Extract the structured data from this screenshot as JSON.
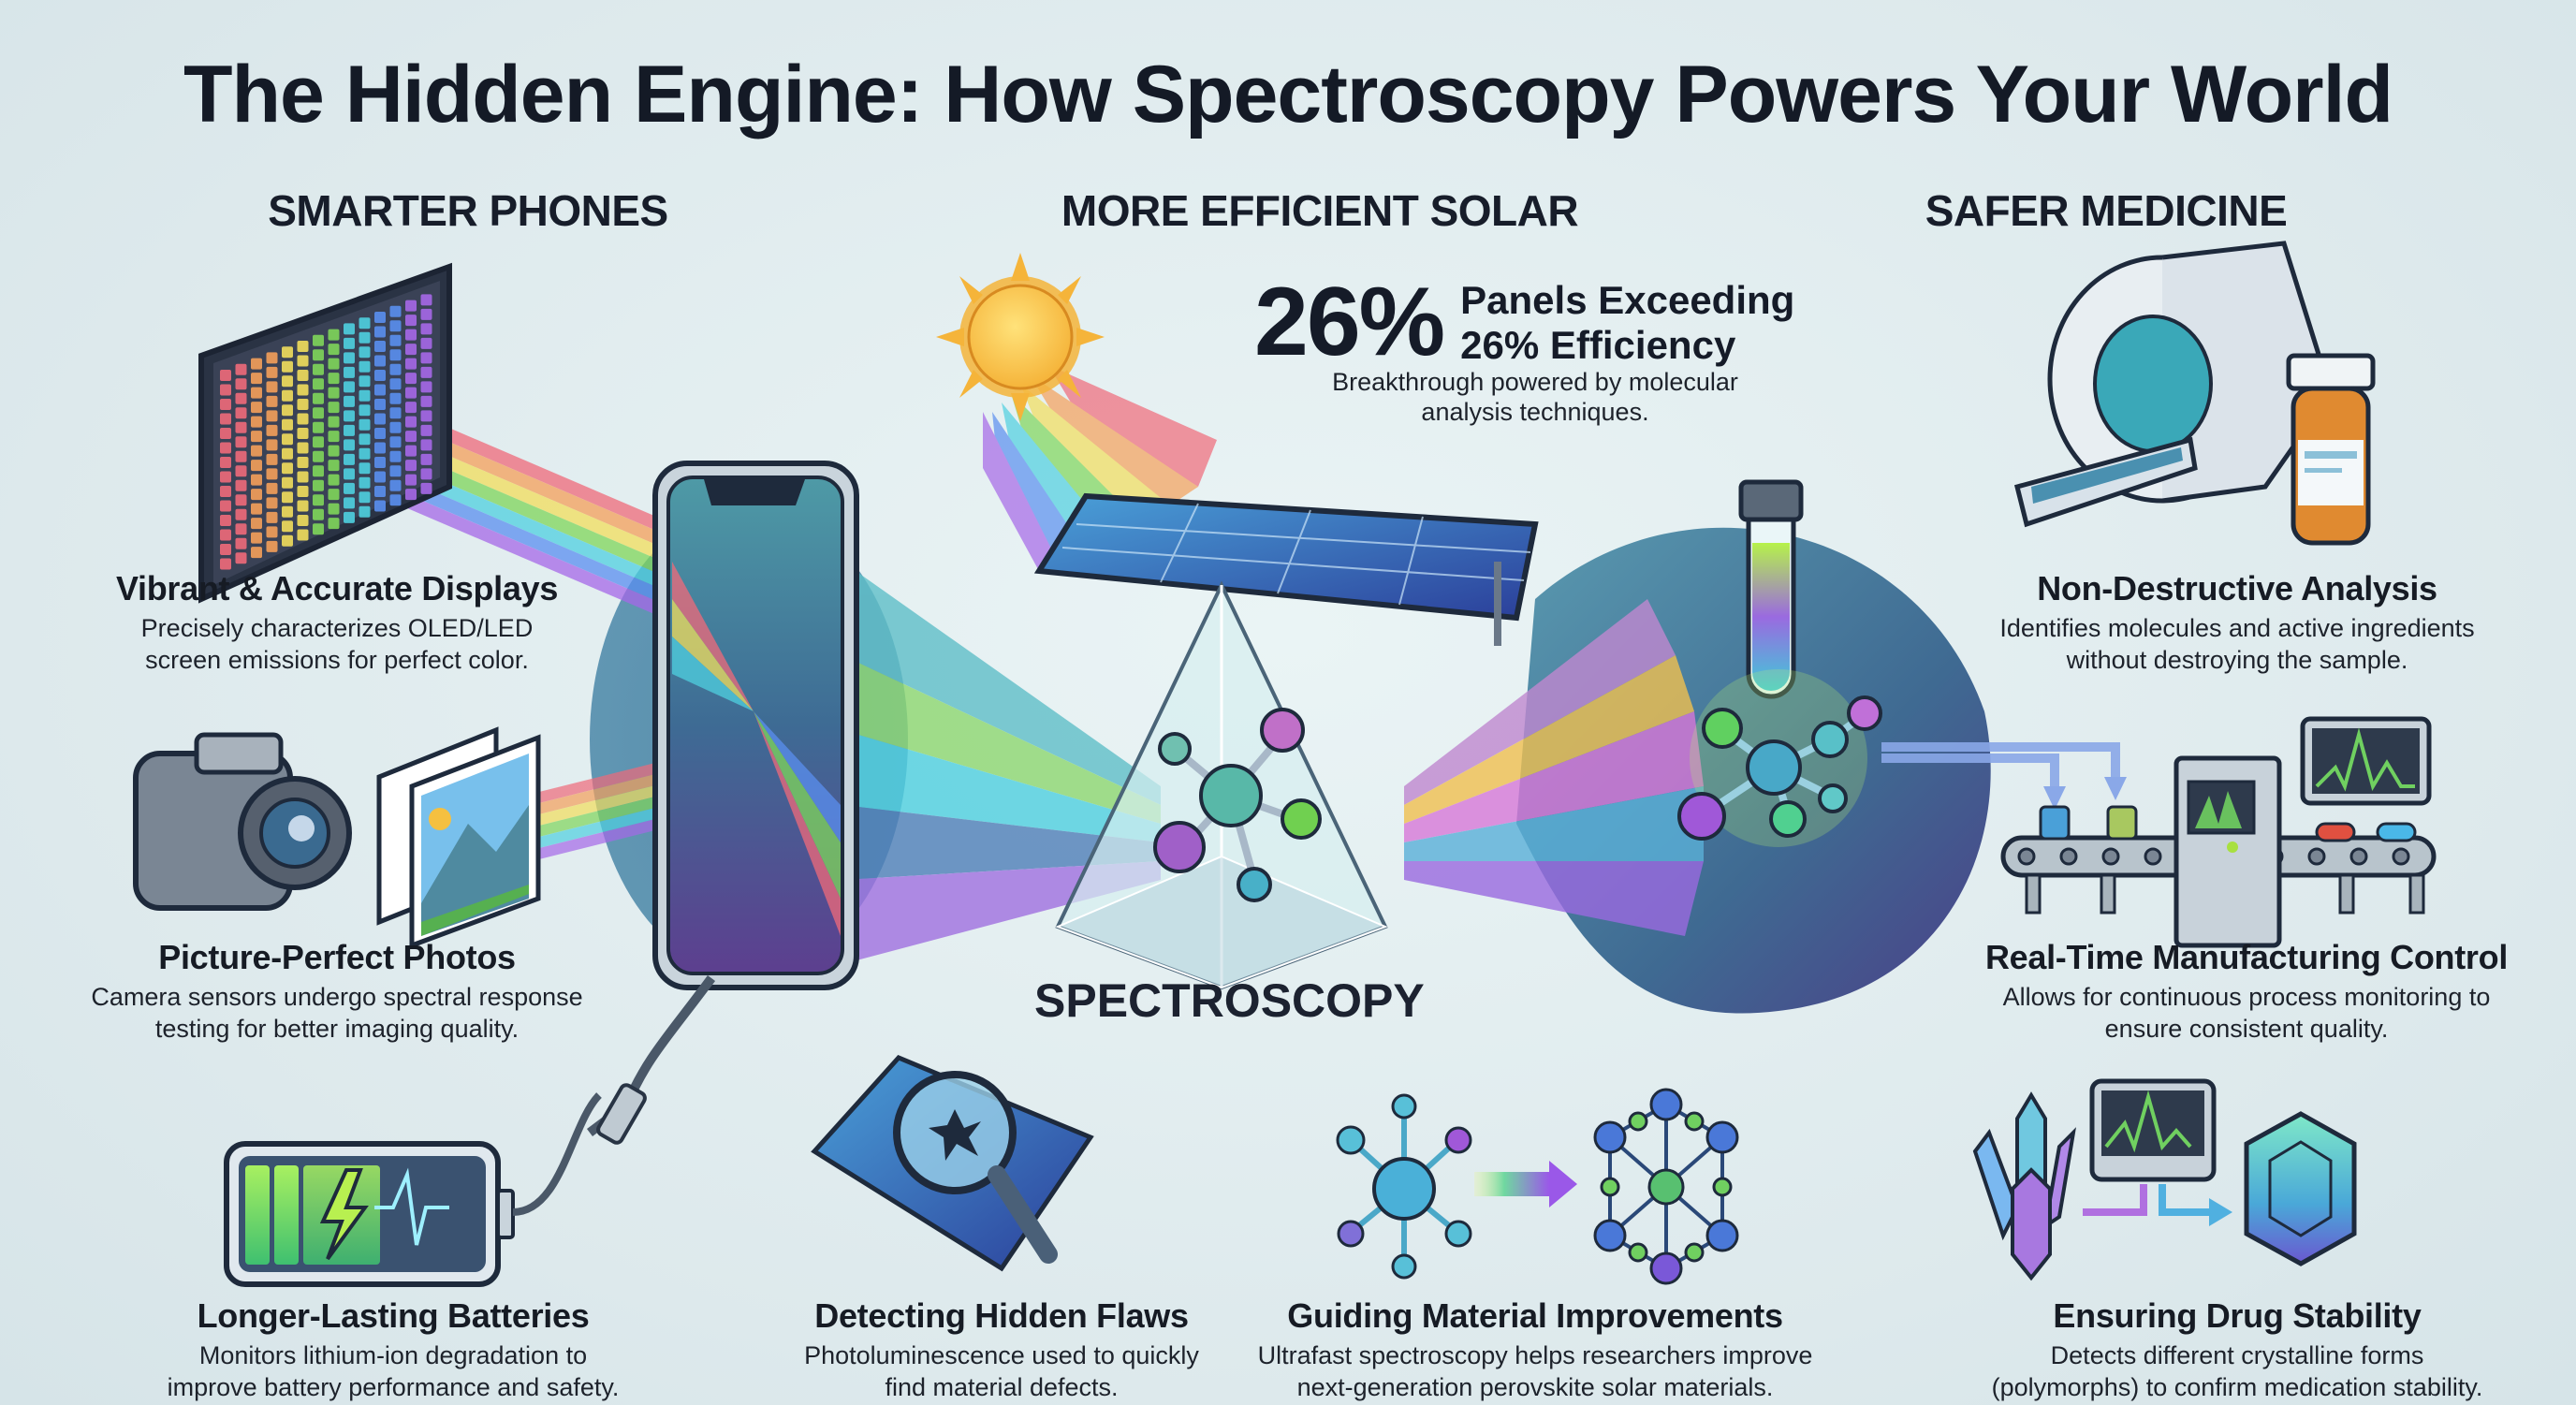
{
  "title": "The Hidden Engine: How Spectroscopy Powers Your World",
  "sections": {
    "phones": {
      "heading": "SMARTER PHONES"
    },
    "solar": {
      "heading": "MORE EFFICIENT SOLAR"
    },
    "medicine": {
      "heading": "SAFER MEDICINE"
    }
  },
  "center": {
    "label": "SPECTROSCOPY"
  },
  "solar_stat": {
    "value": "26%",
    "label_line1": "Panels Exceeding",
    "label_line2": "26% Efficiency",
    "desc_line1": "Breakthrough powered by molecular",
    "desc_line2": "analysis techniques."
  },
  "cards": {
    "displays": {
      "heading": "Vibrant & Accurate Displays",
      "line1": "Precisely characterizes OLED/LED",
      "line2": "screen emissions for perfect color.",
      "icon": "display-pixel-grid-icon"
    },
    "photos": {
      "heading": "Picture-Perfect Photos",
      "line1": "Camera sensors undergo spectral response",
      "line2": "testing for better imaging quality.",
      "icon": "camera-icon"
    },
    "batteries": {
      "heading": "Longer-Lasting Batteries",
      "line1": "Monitors lithium-ion degradation to",
      "line2": "improve battery performance and safety.",
      "icon": "battery-icon"
    },
    "flaws": {
      "heading": "Detecting Hidden Flaws",
      "line1": "Photoluminescence used to quickly",
      "line2": "find material defects.",
      "icon": "magnifier-solar-panel-icon"
    },
    "materials": {
      "heading": "Guiding Material Improvements",
      "line1": "Ultrafast spectroscopy helps researchers improve",
      "line2": "next-generation perovskite solar materials.",
      "icon": "molecule-to-lattice-icon"
    },
    "nondestructive": {
      "heading": "Non-Destructive Analysis",
      "line1": "Identifies molecules and active ingredients",
      "line2": "without destroying the sample.",
      "icon": "mri-scanner-pill-bottle-icon"
    },
    "manufacturing": {
      "heading": "Real-Time Manufacturing Control",
      "line1": "Allows for continuous process monitoring to",
      "line2": "ensure consistent quality.",
      "icon": "conveyor-spectrometer-icon"
    },
    "stability": {
      "heading": "Ensuring Drug Stability",
      "line1": "Detects different crystalline forms",
      "line2": "(polymorphs) to confirm medication stability.",
      "icon": "crystal-polymorph-icon"
    }
  },
  "colors": {
    "background": "#e3eef0",
    "text": "#151a24",
    "spectrum": [
      "#f06a7a",
      "#f5a05a",
      "#f2de5c",
      "#7fd65a",
      "#4fd0e0",
      "#5a8ff0",
      "#a668e8"
    ]
  }
}
